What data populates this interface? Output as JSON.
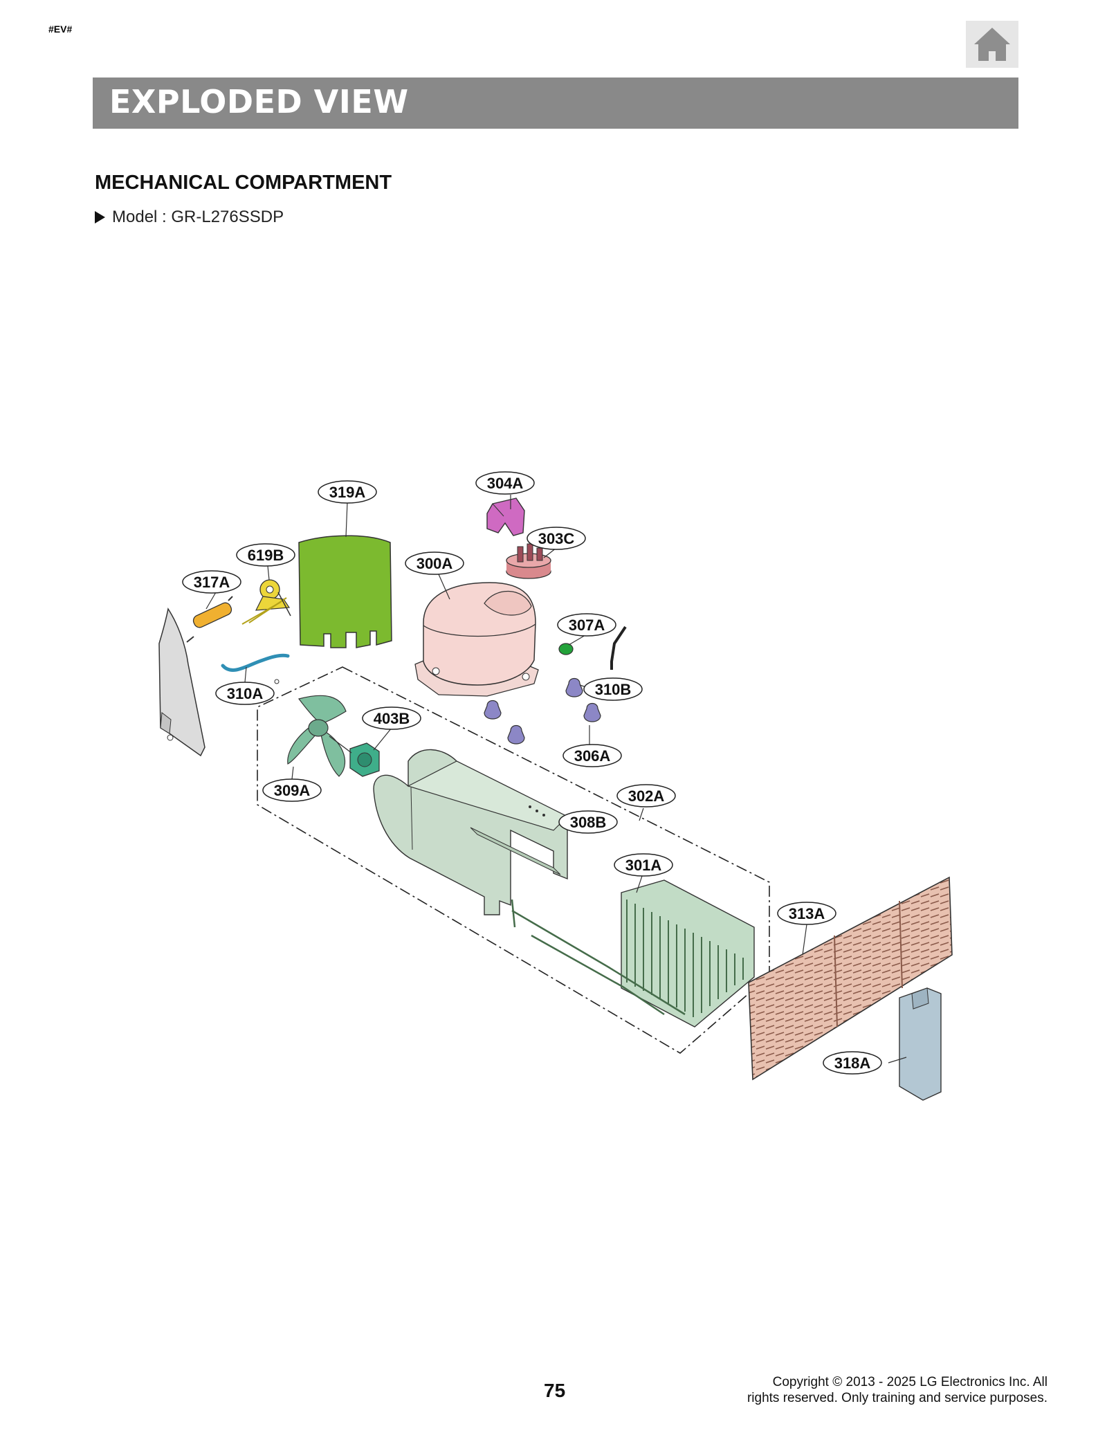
{
  "header": {
    "tag": "#EV#",
    "home_icon": "home-icon",
    "banner_title": "EXPLODED VIEW"
  },
  "section": {
    "title": "MECHANICAL COMPARTMENT",
    "model_label": "Model : GR-L276SSDP"
  },
  "callouts": {
    "c319A": "319A",
    "c304A": "304A",
    "c303C": "303C",
    "c619B": "619B",
    "c300A": "300A",
    "c317A": "317A",
    "c307A": "307A",
    "c310A": "310A",
    "c310B": "310B",
    "c403B": "403B",
    "c306A": "306A",
    "c309A": "309A",
    "c302A": "302A",
    "c308B": "308B",
    "c301A": "301A",
    "c313A": "313A",
    "c318A": "318A"
  },
  "colors": {
    "banner": "#898989",
    "part_319A": "#7cba2f",
    "part_304A": "#cf6ac2",
    "part_300A": "#f6d6d2",
    "part_313A": "#e8c1b0",
    "part_308B": "#c9dccb",
    "part_309A": "#7fbf9f",
    "part_318A": "#b3c7d3",
    "part_317A": "#f0b030",
    "part_310A": "#2f8fb5"
  },
  "footer": {
    "page_number": "75",
    "copyright_line1": "Copyright © 2013 - 2025 LG Electronics Inc. All",
    "copyright_line2": "rights reserved. Only training and service purposes."
  }
}
